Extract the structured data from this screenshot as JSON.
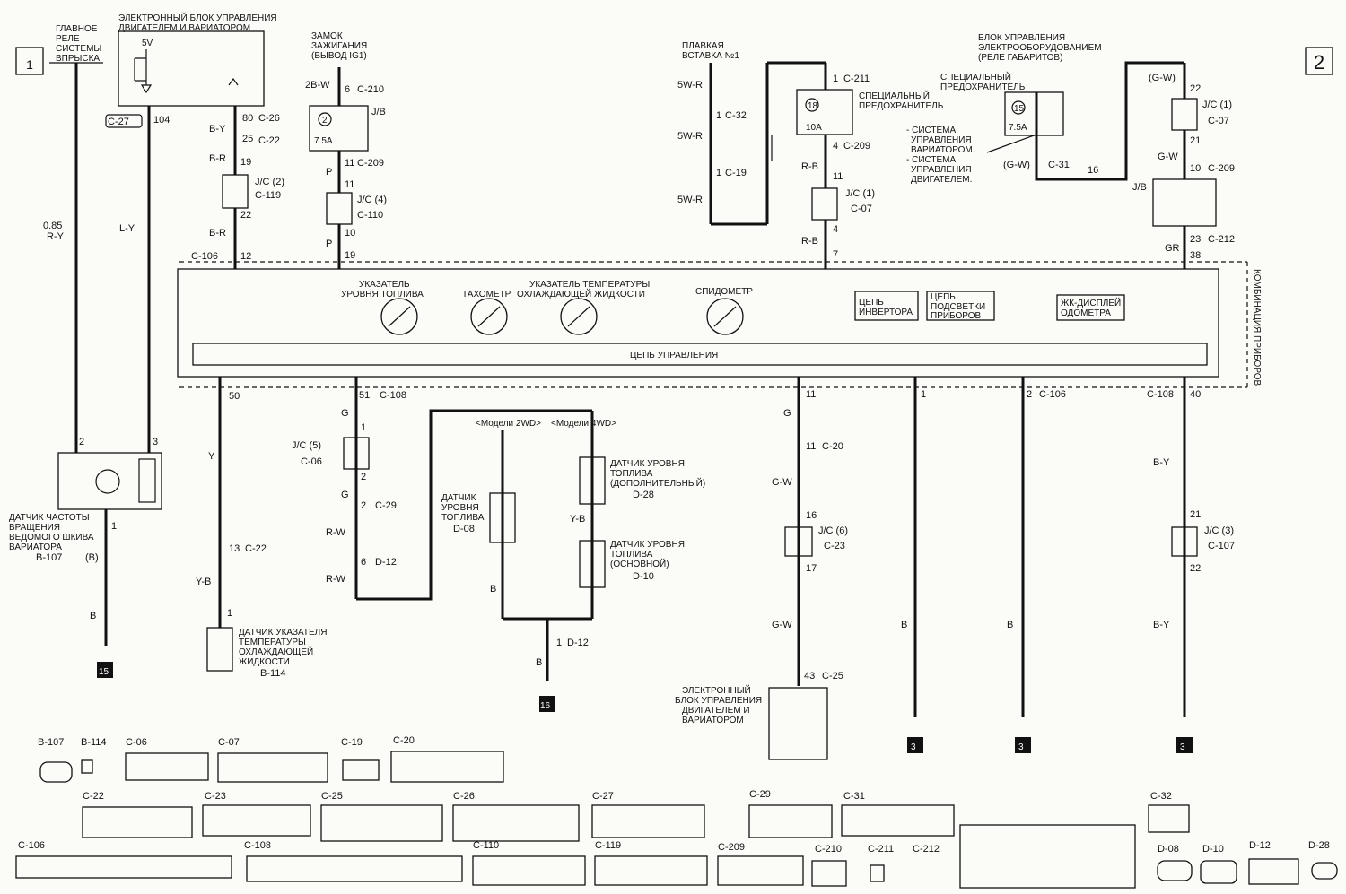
{
  "diagram": {
    "page_marks": [
      "1",
      "2"
    ],
    "components": {
      "main_relay": "ГЛАВНОЕ РЕЛЕ СИСТЕМЫ ВПРЫСКА",
      "ecu_top": "ЭЛЕКТРОННЫЙ БЛОК УПРАВЛЕНИЯ ДВИГАТЕЛЕМ И ВАРИАТОРОМ",
      "ecu_top_voltage": "5V",
      "ignition": "ЗАМОК ЗАЖИГАНИЯ (ВЫВОД IG1)",
      "fusible_link": "ПЛАВКАЯ ВСТАВКА №1",
      "special_fuse": "СПЕЦИАЛЬНЫЙ ПРЕДОХРАНИТЕЛЬ",
      "etacs": "БЛОК УПРАВЛЕНИЯ ЭЛЕКТРООБОРУДОВАНИЕМ (РЕЛЕ ГАБАРИТОВ)",
      "special_fuse_2": "СПЕЦИАЛЬНЫЙ ПРЕДОХРАНИТЕЛЬ",
      "systems": "- СИСТЕМА УПРАВЛЕНИЯ ВАРИАТОРОМ. - СИСТЕМА УПРАВЛЕНИЯ ДВИГАТЕЛЕМ.",
      "combination_meter": "КОМБИНАЦИЯ ПРИБОРОВ",
      "fuel_gauge": "УКАЗАТЕЛЬ УРОВНЯ ТОПЛИВА",
      "tachometer": "ТАХОМЕТР",
      "temp_gauge": "УКАЗАТЕЛЬ ТЕМПЕРАТУРЫ ОХЛАЖДАЮЩЕЙ ЖИДКОСТИ",
      "speedometer": "СПИДОМЕТР",
      "inverter": "ЦЕПЬ ИНВЕРТОРА",
      "illumination": "ЦЕПЬ ПОДСВЕТКИ ПРИБОРОВ",
      "lcd": "ЖК-ДИСПЛЕЙ ОДОМЕТРА",
      "control_circuit": "ЦЕПЬ УПРАВЛЕНИЯ",
      "pulley_sensor": "ДАТЧИК ЧАСТОТЫ ВРАЩЕНИЯ ВЕДОМОГО ШКИВА ВАРИАТОРА",
      "pulley_sensor_conn": "B-107",
      "temp_sensor": "ДАТЧИК УКАЗАТЕЛЯ ТЕМПЕРАТУРЫ ОХЛАЖДАЮЩЕЙ ЖИДКОСТИ",
      "temp_sensor_conn": "B-114",
      "fuel_sensor_2wd": "ДАТЧИК УРОВНЯ ТОПЛИВА",
      "fuel_sensor_2wd_conn": "D-08",
      "fuel_sensor_sub": "ДАТЧИК УРОВНЯ ТОПЛИВА (ДОПОЛНИТЕЛЬНЫЙ)",
      "fuel_sensor_sub_conn": "D-28",
      "fuel_sensor_main": "ДАТЧИК УРОВНЯ ТОПЛИВА (ОСНОВНОЙ)",
      "fuel_sensor_main_conn": "D-10",
      "models_2wd": "<Модели 2WD>",
      "models_4wd": "<Модели 4WD>",
      "ecu_bottom": "ЭЛЕКТРОННЫЙ БЛОК УПРАВЛЕНИЯ ДВИГАТЕЛЕМ И ВАРИАТОРОМ"
    },
    "fuses": {
      "ignition_no": "2",
      "ignition_rating": "7.5A",
      "special_no": "18",
      "special_rating": "10A",
      "etacs_no": "15",
      "etacs_rating": "7.5A"
    },
    "grounds": [
      "15",
      "16",
      "3",
      "3",
      "3"
    ],
    "connectors_row1": [
      "B-107",
      "B-114",
      "C-06",
      "C-07",
      "C-19",
      "C-20"
    ],
    "connectors_row2": [
      "C-22",
      "C-23",
      "C-25",
      "C-26",
      "C-27",
      "C-29",
      "C-31",
      "C-32"
    ],
    "connectors_row3": [
      "C-106",
      "C-108",
      "C-110",
      "C-119",
      "C-209",
      "C-210",
      "C-211",
      "C-212",
      "D-08",
      "D-10",
      "D-12",
      "D-28"
    ]
  }
}
